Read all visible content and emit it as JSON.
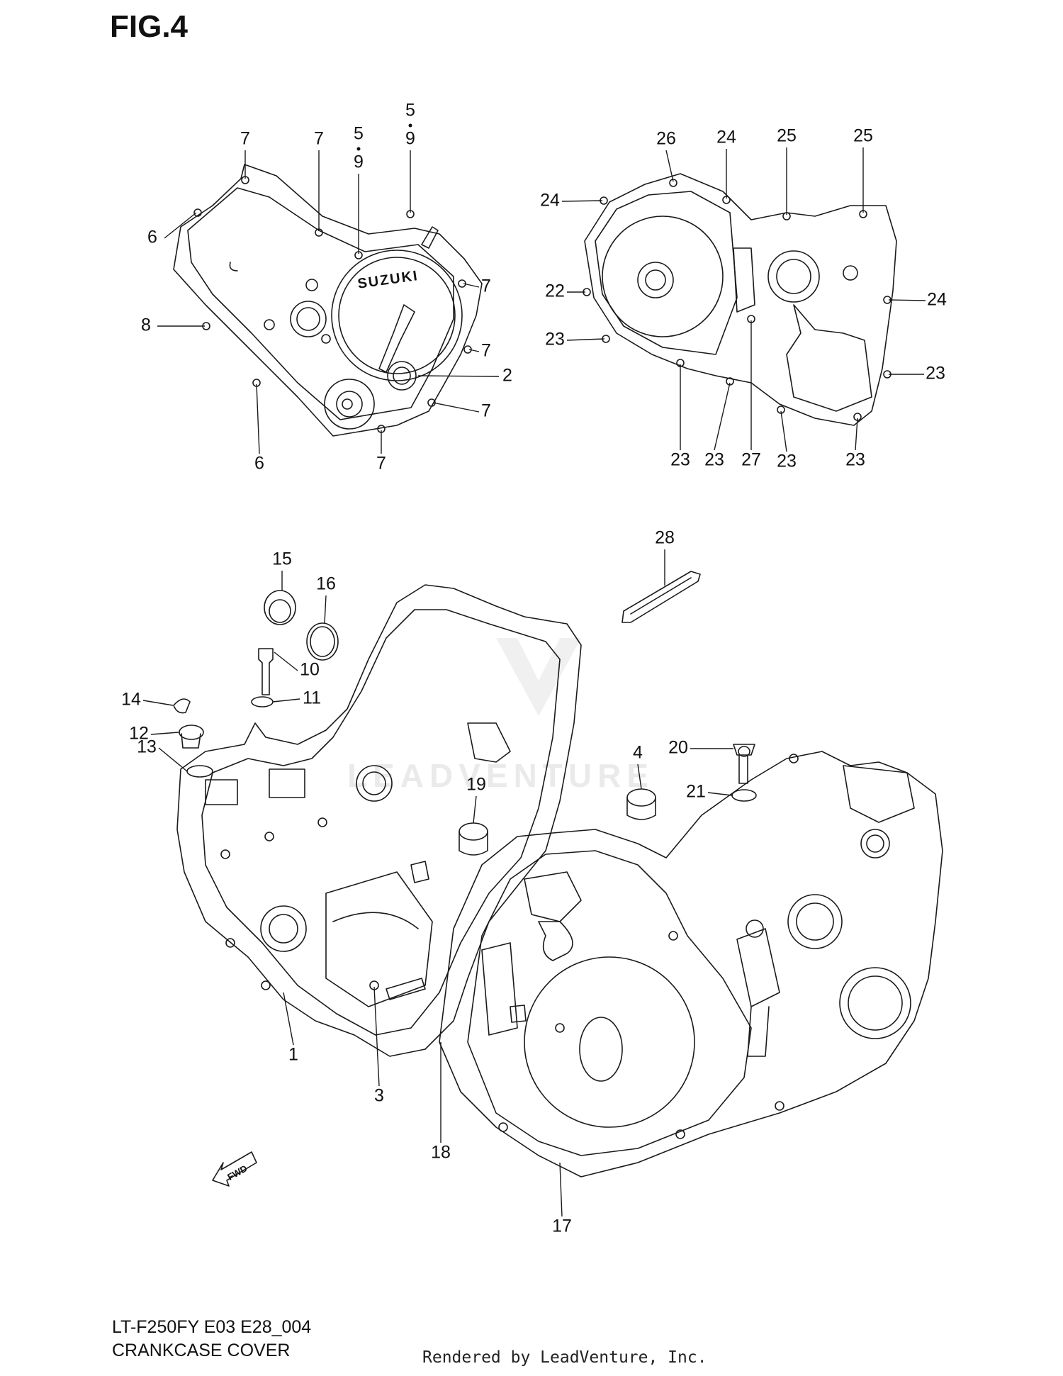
{
  "figure_title": "FIG.4",
  "model_code": "LT-F250FY E03 E28_004",
  "section_title": "CRANKCASE COVER",
  "render_credit": "Rendered by LeadVenture, Inc.",
  "watermark_text": "LEADVENTURE",
  "cover_brand": "SUZUKI",
  "fwd_label": "FWD",
  "callouts": [
    {
      "label": "7"
    },
    {
      "label": "7"
    },
    {
      "label": "5"
    },
    {
      "label": "9"
    },
    {
      "label": "5"
    },
    {
      "label": "9"
    },
    {
      "label": "6"
    },
    {
      "label": "7"
    },
    {
      "label": "8"
    },
    {
      "label": "7"
    },
    {
      "label": "2"
    },
    {
      "label": "7"
    },
    {
      "label": "6"
    },
    {
      "label": "7"
    },
    {
      "label": "26"
    },
    {
      "label": "24"
    },
    {
      "label": "25"
    },
    {
      "label": "25"
    },
    {
      "label": "24"
    },
    {
      "label": "22"
    },
    {
      "label": "24"
    },
    {
      "label": "23"
    },
    {
      "label": "23"
    },
    {
      "label": "23"
    },
    {
      "label": "23"
    },
    {
      "label": "27"
    },
    {
      "label": "23"
    },
    {
      "label": "23"
    },
    {
      "label": "28"
    },
    {
      "label": "15"
    },
    {
      "label": "16"
    },
    {
      "label": "14"
    },
    {
      "label": "10"
    },
    {
      "label": "12"
    },
    {
      "label": "11"
    },
    {
      "label": "13"
    },
    {
      "label": "4"
    },
    {
      "label": "20"
    },
    {
      "label": "19"
    },
    {
      "label": "21"
    },
    {
      "label": "1"
    },
    {
      "label": "3"
    },
    {
      "label": "18"
    },
    {
      "label": "17"
    }
  ]
}
